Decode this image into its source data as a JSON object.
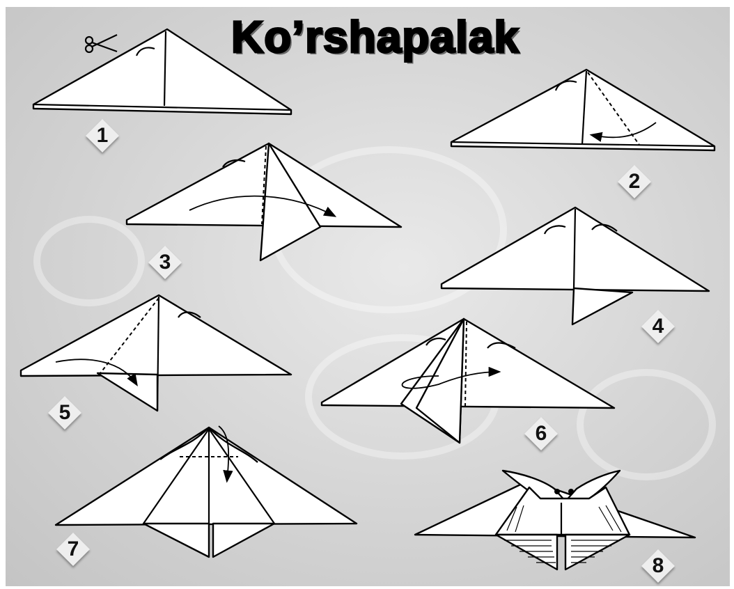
{
  "title": "Ko’rshapalak",
  "steps": [
    "1",
    "2",
    "3",
    "4",
    "5",
    "6",
    "7",
    "8"
  ],
  "icons": {
    "scissors": "scissors-icon"
  }
}
